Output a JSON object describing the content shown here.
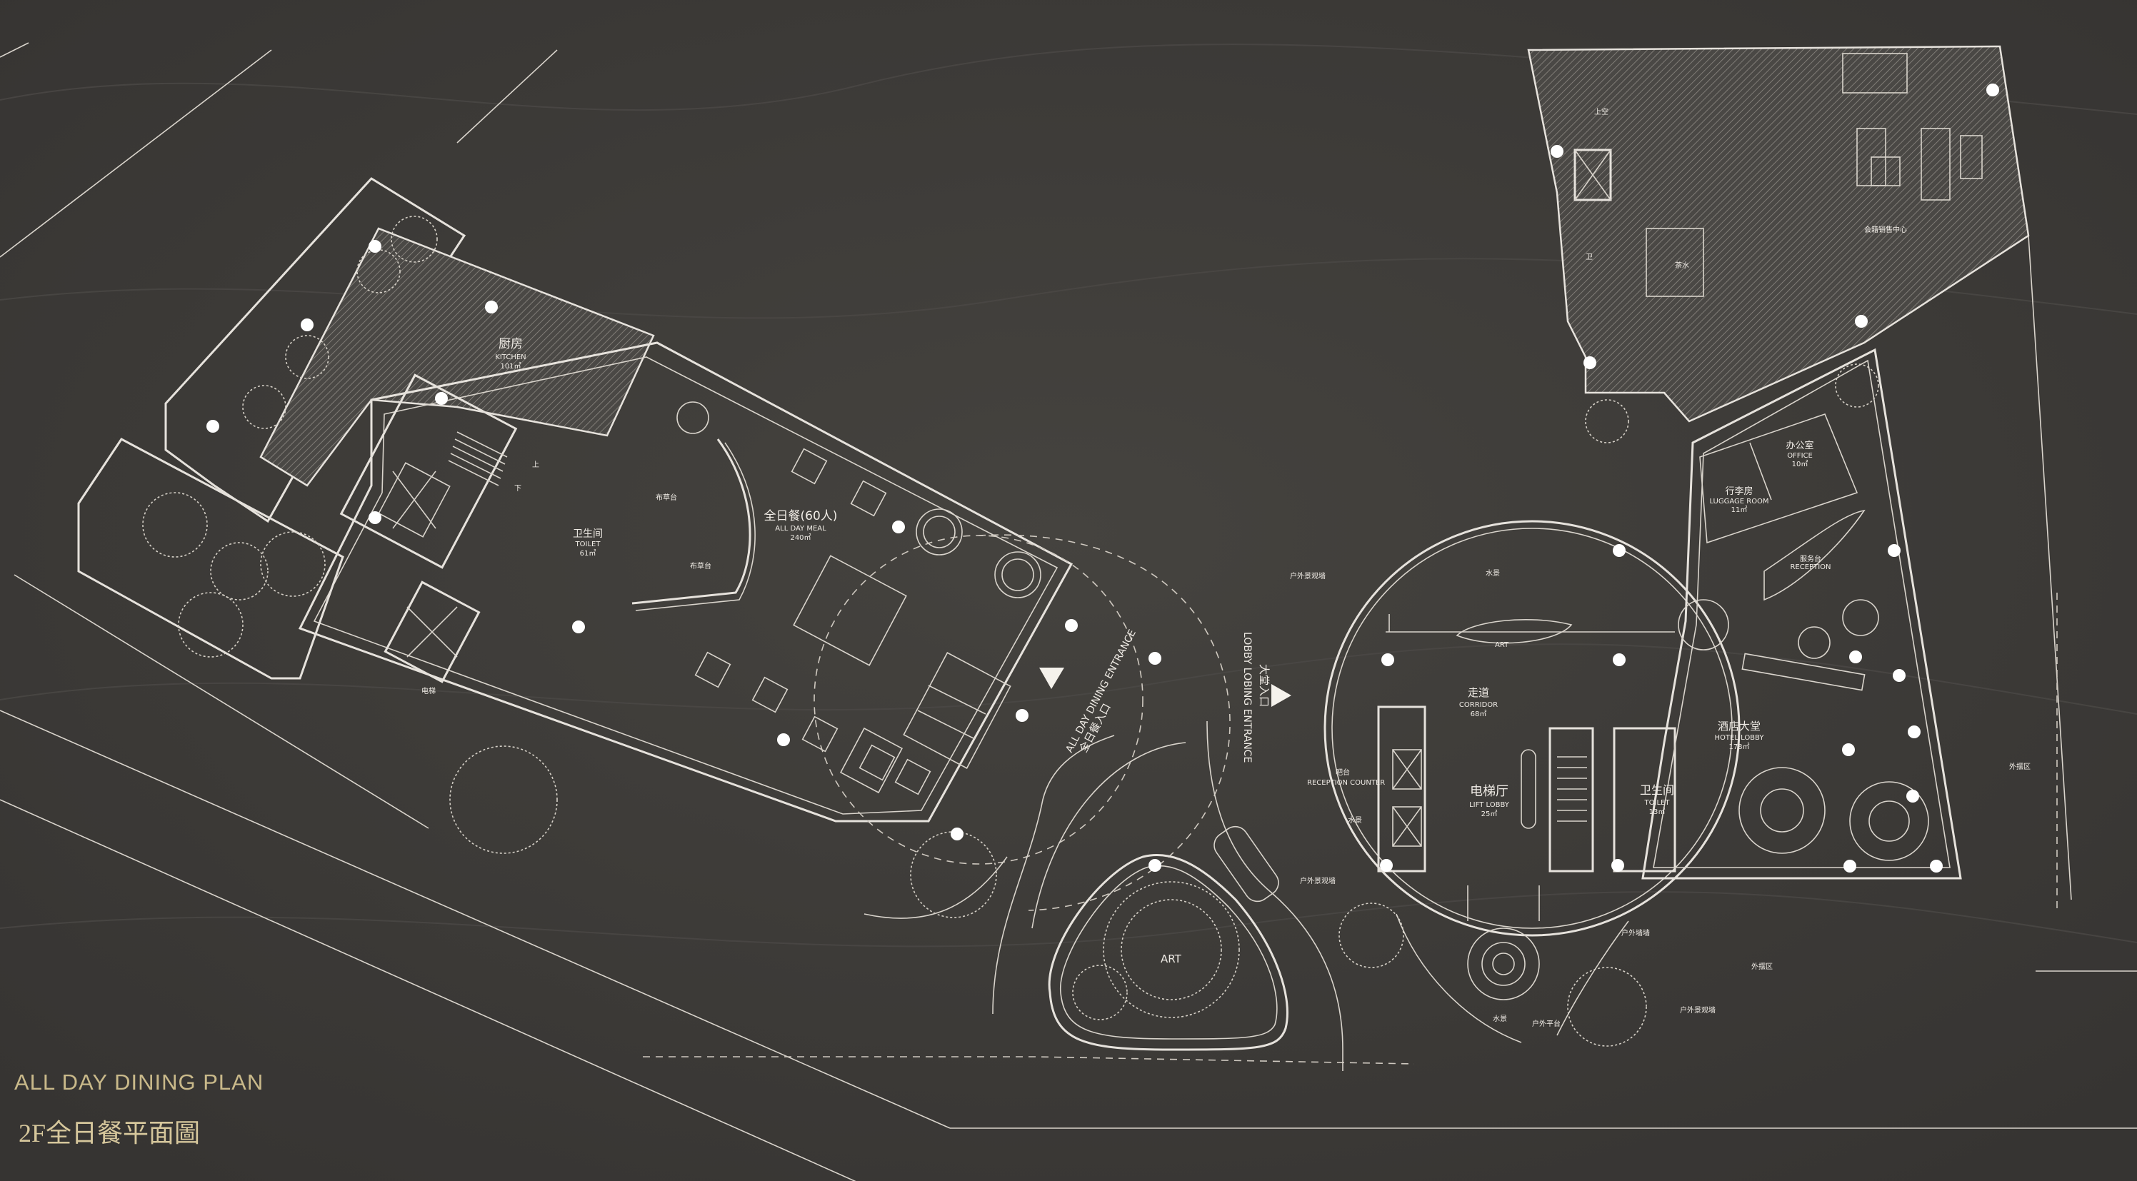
{
  "plan": {
    "title_en": "ALL DAY DINING PLAN",
    "title_cn": "2F全日餐平面圖"
  },
  "rooms": {
    "kitchen_cn": "厨房",
    "kitchen_en": "KITCHEN",
    "kitchen_area": "101㎡",
    "up": "上",
    "down": "下",
    "toilet_cn": "卫生间",
    "toilet_en": "TOILET",
    "toilet_area": "61㎡",
    "linen_1": "布草台",
    "linen_2": "布草台",
    "elevator": "电梯",
    "dining_cn": "全日餐(60人)",
    "dining_en": "ALL DAY MEAL",
    "dining_area": "240㎡",
    "dining_entrance_cn": "全日餐入口",
    "dining_entrance_en": "ALL DAY DINING ENTRANCE",
    "lobby_entrance_cn": "大堂入口",
    "lobby_entrance_en": "LOBBY LOBING ENTRANCE",
    "art_1": "ART",
    "art_2": "ART",
    "outdoor_wall_1": "户外景观墙",
    "outdoor_wall_2": "户外景观墙",
    "outdoor_wall_3": "户外景观墙",
    "outdoor_wall_4": "户外墙墙",
    "water_1": "水景",
    "water_2": "水景",
    "water_3": "水景",
    "corridor_cn": "走道",
    "corridor_en": "CORRIDOR",
    "corridor_area": "68㎡",
    "lift_cn": "电梯厅",
    "lift_en": "LIFT LOBBY",
    "lift_area": "25㎡",
    "toilet2_cn": "卫生间",
    "toilet2_en": "TOILET",
    "toilet2_area": "13㎡",
    "reception_cn": "吧台",
    "reception_en": "RECEPTION COUNTER",
    "hotel_lobby_cn": "酒店大堂",
    "hotel_lobby_en": "HOTEL LOBBY",
    "hotel_lobby_area": "178㎡",
    "luggage_cn": "行李房",
    "luggage_en": "LUGGAGE ROOM",
    "luggage_area": "11㎡",
    "office_cn": "办公室",
    "office_en": "OFFICE",
    "office_area": "10㎡",
    "service_cn": "服务台",
    "service_en": "RECEPTION",
    "outer_swing_1": "外摆区",
    "outer_swing_2": "外摆区",
    "outdoor_platform": "户外平台",
    "sales_center": "会籍销售中心",
    "tea": "茶水",
    "stair_top": "上空",
    "wc": "卫"
  }
}
